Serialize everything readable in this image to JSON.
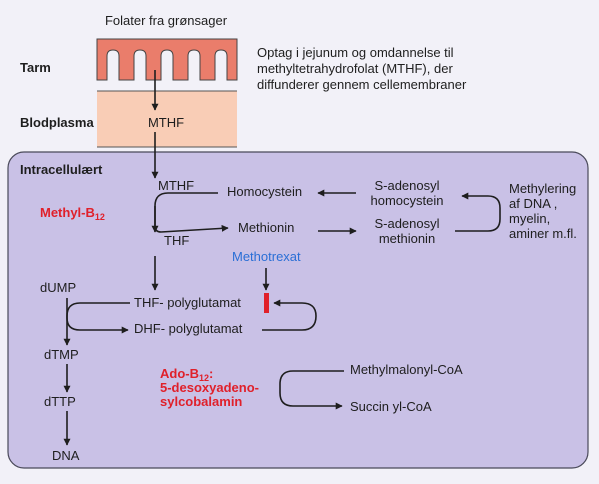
{
  "labels": {
    "source": "Folater fra grønsager",
    "tarm": "Tarm",
    "blodplasma": "Blodplasma",
    "mthf_plasma": "MTHF",
    "absorption_note": [
      "Optag i jejunum og omdannelse til",
      "methyltetrahydrofolat (MTHF), der",
      "diffunderer gennem cellemembraner"
    ],
    "intracellular": "Intracellulært",
    "mthf": "MTHF",
    "thf": "THF",
    "homocystein": "Homocystein",
    "methionin": "Methionin",
    "s_adenosyl_homocystein": [
      "S-adenosyl",
      "homocystein"
    ],
    "s_adenosyl_methionin": [
      "S-adenosyl",
      "methionin"
    ],
    "methylation_note": [
      "Methylering",
      "af DNA ,",
      "myelin,",
      "aminer m.fl."
    ],
    "methyl_b12_main": "Methyl-B",
    "methyl_b12_sub": "12",
    "methotrexat": "Methotrexat",
    "dump": "dUMP",
    "thf_polyglutamat": "THF- polyglutamat",
    "dhf_polyglutamat": "DHF- polyglutamat",
    "dtmp": "dTMP",
    "dttp": "dTTP",
    "dna": "DNA",
    "ado_b12_main": "Ado-B",
    "ado_b12_sub": "12",
    "ado_b12_colon": ":",
    "ado_b12_line2": "5-desoxyadeno-",
    "ado_b12_line3": "sylcobalamin",
    "methylmalonyl": "Methylmalonyl-CoA",
    "succinyl": "Succin yl-CoA"
  },
  "colors": {
    "background": "#f2f1f8",
    "intestine_fill": "#ea7d6b",
    "plasma_fill": "#f9cdb6",
    "cell_fill": "#c9c1e6",
    "cell_border": "#4a4a5a",
    "arrow": "#1e1e1e",
    "inhibition_bar": "#e0202a",
    "b12_label": "#e0202a",
    "drug_label": "#2a6fd6"
  }
}
